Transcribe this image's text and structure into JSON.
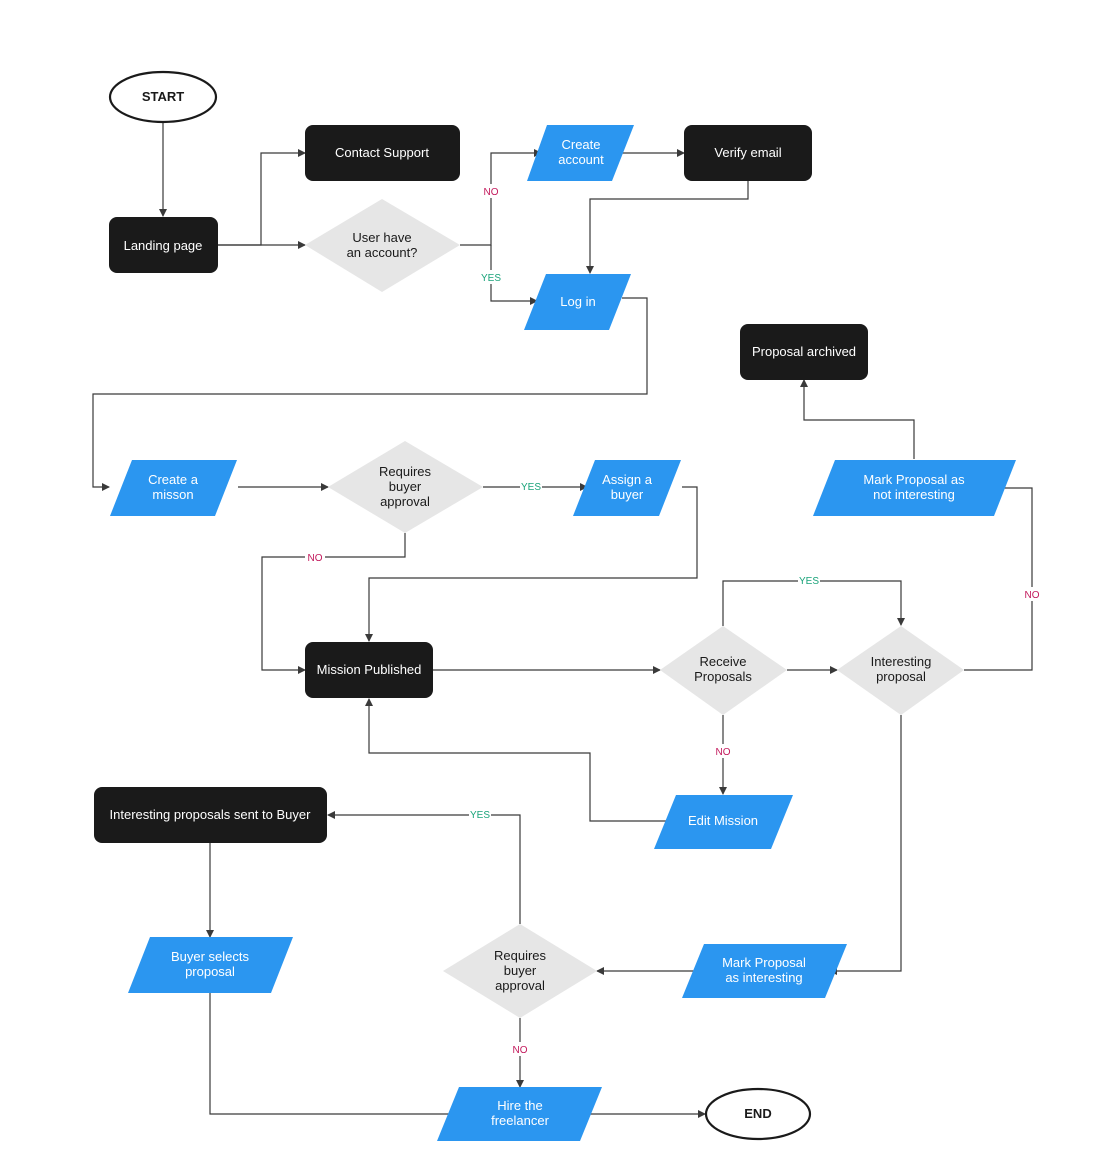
{
  "colors": {
    "process": "#1a1a1a",
    "io": "#2b96f0",
    "decision": "#e6e6e6",
    "terminal_stroke": "#1a1a1a",
    "yes": "#1aa37a",
    "no": "#c2185b",
    "edge": "#3a3a3a"
  },
  "nodes": {
    "start": "START",
    "end": "END",
    "landing": "Landing page",
    "contact": "Contact Support",
    "verify": "Verify email",
    "create_account": [
      "Create",
      "account"
    ],
    "has_account": [
      "User have",
      "an account?"
    ],
    "login": "Log in",
    "create_mission": [
      "Create a",
      "misson"
    ],
    "requires_approval_1": [
      "Requires",
      "buyer",
      "approval"
    ],
    "assign_buyer": [
      "Assign a",
      "buyer"
    ],
    "mission_published": "Mission Published",
    "proposal_archived": "Proposal archived",
    "mark_not_interesting": [
      "Mark Proposal as",
      "not interesting"
    ],
    "receive_proposals": [
      "Receive",
      "Proposals"
    ],
    "interesting_proposal": [
      "Interesting",
      "proposal"
    ],
    "edit_mission": "Edit Mission",
    "sent_to_buyer": "Interesting proposals sent to Buyer",
    "buyer_selects": [
      "Buyer selects",
      "proposal"
    ],
    "requires_approval_2": [
      "Requires",
      "buyer",
      "approval"
    ],
    "mark_interesting": [
      "Mark Proposal",
      "as interesting"
    ],
    "hire": [
      "Hire the",
      "freelancer"
    ]
  },
  "edge_labels": {
    "yes": "YES",
    "no": "NO"
  }
}
